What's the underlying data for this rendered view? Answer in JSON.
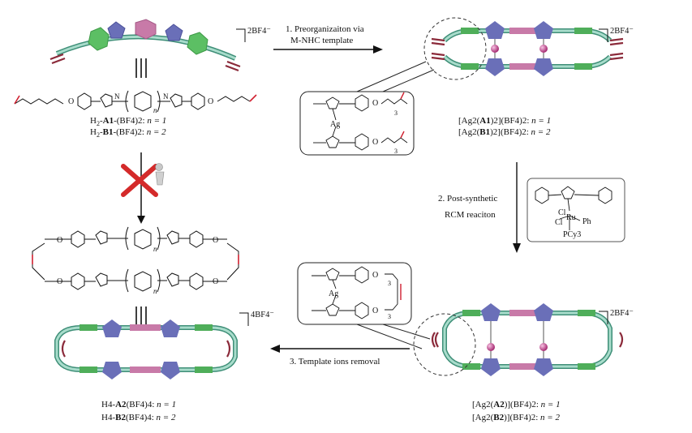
{
  "steps": {
    "step1_line1": "1. Preorganizaiton via",
    "step1_line2": "M-NHC template",
    "step2_line1": "2. Post-synthetic",
    "step2_line2": "RCM reaciton",
    "step3": "3. Template ions removal"
  },
  "charges": {
    "top_left": "2BF4⁻",
    "top_right": "2BF4⁻",
    "bottom_right": "2BF4⁻",
    "bottom_left": "4BF4⁻"
  },
  "labels": {
    "ligand_a_prefix": "H",
    "ligand_a_name": "A1",
    "ligand_a_suffix": "(BF4)2: ",
    "ligand_a_n": "n = 1",
    "ligand_b_prefix": "H",
    "ligand_b_name": "B1",
    "ligand_b_suffix": "(BF4)2: ",
    "ligand_b_n": "n = 2",
    "complex1_a_pre": "[Ag2(",
    "complex1_a_name": "A1",
    "complex1_a_post": ")2](BF4)2: ",
    "complex1_a_n": "n = 1",
    "complex1_b_pre": "[Ag2(",
    "complex1_b_name": "B1",
    "complex1_b_post": ")2](BF4)2: ",
    "complex1_b_n": "n = 2",
    "complex2_a_pre": "[Ag2(",
    "complex2_a_name": "A2",
    "complex2_a_post": ")](BF4)2: ",
    "complex2_a_n": "n = 1",
    "complex2_b_pre": "[Ag2(",
    "complex2_b_name": "B2",
    "complex2_b_post": ")](BF4)2: ",
    "complex2_b_n": "n = 2",
    "macro_a_pre": "H4-",
    "macro_a_name": "A2",
    "macro_a_post": "(BF4)4: ",
    "macro_a_n": "n = 1",
    "macro_b_pre": "H4-",
    "macro_b_name": "B2",
    "macro_b_post": "(BF4)4: ",
    "macro_b_n": "n = 2"
  },
  "chem_labels": {
    "ag": "Ag",
    "o": "O",
    "n": "N",
    "n_sub": "n",
    "three": "3",
    "cl": "Cl",
    "ru": "Ru",
    "ph": "Ph",
    "pcy3": "PCy3"
  },
  "colors": {
    "green": "#5cbf64",
    "blue": "#6a6fb8",
    "pink": "#c87aa8",
    "teal": "#7cc4b0",
    "darkred": "#8b2a3a",
    "magenta": "#b0307a"
  }
}
